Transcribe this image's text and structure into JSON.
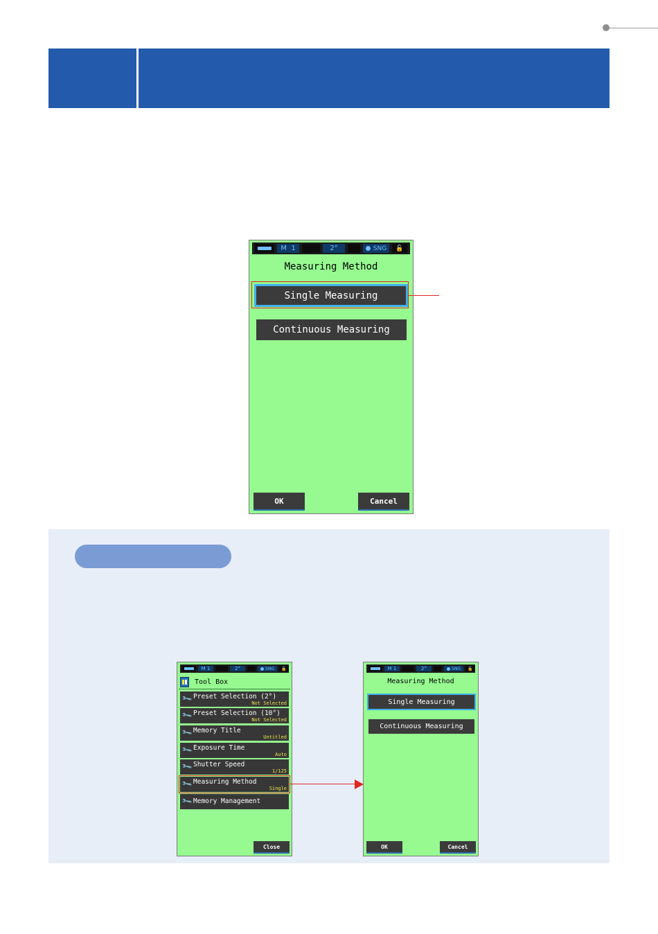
{
  "colors": {
    "header": "#245aab",
    "screen": "#96fa91",
    "button": "#3b3b3b",
    "highlight": "#e0261f",
    "selected_border": "#3fb0e8",
    "tips_bg": "#e8eef8",
    "pill": "#7a9bd4"
  },
  "status_bar": {
    "memory_label": "M",
    "memory_number": "1",
    "angle": "2°",
    "mode": "SNG"
  },
  "main_screen": {
    "title": "Measuring Method",
    "options": [
      "Single Measuring",
      "Continuous Measuring"
    ],
    "ok_label": "OK",
    "cancel_label": "Cancel"
  },
  "toolbox_screen": {
    "title": "Tool Box",
    "icon": "toolbox-icon",
    "items": [
      {
        "label": "Preset Selection (2°)",
        "value": "Not Selected"
      },
      {
        "label": "Preset Selection (10°)",
        "value": "Not Selected"
      },
      {
        "label": "Memory Title",
        "value": "Untitled"
      },
      {
        "label": "Exposure Time",
        "value": "Auto"
      },
      {
        "label": "Shutter Speed",
        "value": "1/125"
      },
      {
        "label": "Measuring Method",
        "value": "Single"
      },
      {
        "label": "Memory Management",
        "value": ""
      }
    ],
    "close_label": "Close"
  },
  "small_method_screen": {
    "title": "Measuring Method",
    "options": [
      "Single Measuring",
      "Continuous Measuring"
    ],
    "ok_label": "OK",
    "cancel_label": "Cancel"
  }
}
